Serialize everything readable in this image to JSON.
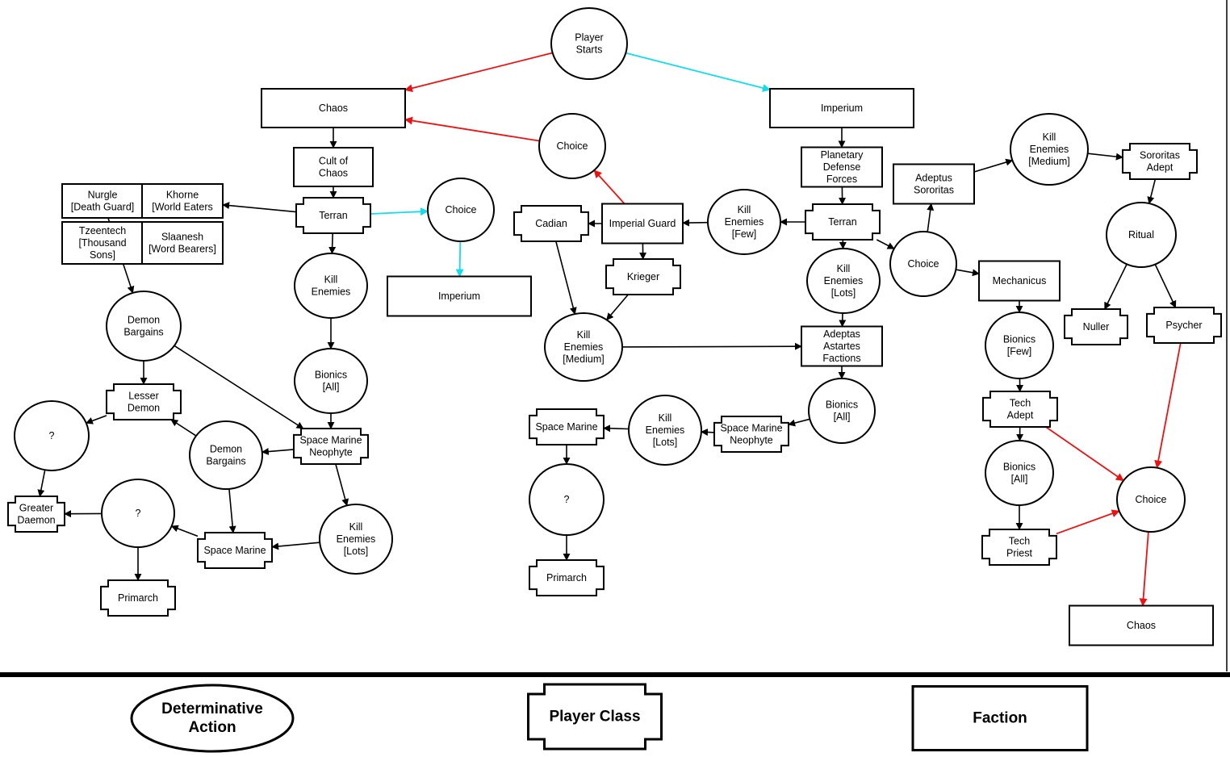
{
  "colors": {
    "black": "#000000",
    "red": "#ee1111",
    "cyan": "#11ddee"
  },
  "nodes": [
    {
      "id": "player_starts",
      "shape": "ellipse",
      "lines": [
        "Player",
        "Starts"
      ]
    },
    {
      "id": "chaos_top",
      "shape": "rect",
      "lines": [
        "Chaos"
      ]
    },
    {
      "id": "imperium_top",
      "shape": "rect",
      "lines": [
        "Imperium"
      ]
    },
    {
      "id": "choice_mid",
      "shape": "ellipse",
      "lines": [
        "Choice"
      ]
    },
    {
      "id": "cult_of_chaos",
      "shape": "rect",
      "lines": [
        "Cult of",
        "Chaos"
      ]
    },
    {
      "id": "terran_chaos",
      "shape": "class",
      "lines": [
        "Terran"
      ]
    },
    {
      "id": "choice_chaos",
      "shape": "ellipse",
      "lines": [
        "Choice"
      ]
    },
    {
      "id": "imperium_faction",
      "shape": "rect",
      "lines": [
        "Imperium"
      ]
    },
    {
      "id": "nurgle",
      "shape": "rect",
      "lines": [
        "Nurgle",
        "[Death Guard]"
      ]
    },
    {
      "id": "khorne",
      "shape": "rect",
      "lines": [
        "Khorne",
        "[World Eaters"
      ]
    },
    {
      "id": "tzeentch",
      "shape": "rect",
      "lines": [
        "Tzeentech",
        "[Thousand",
        "Sons]"
      ]
    },
    {
      "id": "slaanesh",
      "shape": "rect",
      "lines": [
        "Slaanesh",
        "[Word Bearers]"
      ]
    },
    {
      "id": "kill_enemies_chaos",
      "shape": "ellipse",
      "lines": [
        "Kill",
        "Enemies"
      ]
    },
    {
      "id": "demon_bargains_1",
      "shape": "ellipse",
      "lines": [
        "Demon",
        "Bargains"
      ]
    },
    {
      "id": "bionics_all_chaos",
      "shape": "ellipse",
      "lines": [
        "Bionics",
        "[All]"
      ]
    },
    {
      "id": "lesser_demon",
      "shape": "class",
      "lines": [
        "Lesser",
        "Demon"
      ]
    },
    {
      "id": "q1",
      "shape": "ellipse",
      "lines": [
        "?"
      ]
    },
    {
      "id": "demon_bargains_2",
      "shape": "ellipse",
      "lines": [
        "Demon",
        "Bargains"
      ]
    },
    {
      "id": "sm_neophyte_chaos",
      "shape": "class",
      "lines": [
        "Space Marine",
        "Neophyte"
      ]
    },
    {
      "id": "greater_daemon",
      "shape": "class",
      "lines": [
        "Greater",
        "Daemon"
      ]
    },
    {
      "id": "q2",
      "shape": "ellipse",
      "lines": [
        "?"
      ]
    },
    {
      "id": "space_marine_chaos",
      "shape": "class",
      "lines": [
        "Space Marine"
      ]
    },
    {
      "id": "kill_lots_chaos",
      "shape": "ellipse",
      "lines": [
        "Kill",
        "Enemies",
        "[Lots]"
      ]
    },
    {
      "id": "primarch_chaos",
      "shape": "class",
      "lines": [
        "Primarch"
      ]
    },
    {
      "id": "cadian",
      "shape": "class",
      "lines": [
        "Cadian"
      ]
    },
    {
      "id": "imperial_guard",
      "shape": "rect",
      "lines": [
        "Imperial Guard"
      ]
    },
    {
      "id": "kill_few",
      "shape": "ellipse",
      "lines": [
        "Kill",
        "Enemies",
        "[Few]"
      ]
    },
    {
      "id": "krieger",
      "shape": "class",
      "lines": [
        "Krieger"
      ]
    },
    {
      "id": "kill_medium_ig",
      "shape": "ellipse",
      "lines": [
        "Kill",
        "Enemies",
        "[Medium]"
      ]
    },
    {
      "id": "planetary_defense",
      "shape": "rect",
      "lines": [
        "Planetary",
        "Defense",
        "Forces"
      ]
    },
    {
      "id": "terran_imp",
      "shape": "class",
      "lines": [
        "Terran"
      ]
    },
    {
      "id": "kill_lots_imp",
      "shape": "ellipse",
      "lines": [
        "Kill",
        "Enemies",
        "[Lots]"
      ]
    },
    {
      "id": "adeptas_astartes",
      "shape": "rect",
      "lines": [
        "Adeptas",
        "Astartes",
        "Factions"
      ]
    },
    {
      "id": "bionics_all_imp",
      "shape": "ellipse",
      "lines": [
        "Bionics",
        "[All]"
      ]
    },
    {
      "id": "sm_neophyte_imp",
      "shape": "class",
      "lines": [
        "Space Marine",
        "Neophyte"
      ]
    },
    {
      "id": "kill_lots_imp2",
      "shape": "ellipse",
      "lines": [
        "Kill",
        "Enemies",
        "[Lots]"
      ]
    },
    {
      "id": "space_marine_imp",
      "shape": "class",
      "lines": [
        "Space Marine"
      ]
    },
    {
      "id": "q3",
      "shape": "ellipse",
      "lines": [
        "?"
      ]
    },
    {
      "id": "primarch_imp",
      "shape": "class",
      "lines": [
        "Primarch"
      ]
    },
    {
      "id": "choice_imp",
      "shape": "ellipse",
      "lines": [
        "Choice"
      ]
    },
    {
      "id": "adeptus_sororitas",
      "shape": "rect",
      "lines": [
        "Adeptus",
        "Sororitas"
      ]
    },
    {
      "id": "kill_medium_sor",
      "shape": "ellipse",
      "lines": [
        "Kill",
        "Enemies",
        "[Medium]"
      ]
    },
    {
      "id": "sororitas_adept",
      "shape": "class",
      "lines": [
        "Sororitas",
        "Adept"
      ]
    },
    {
      "id": "ritual",
      "shape": "ellipse",
      "lines": [
        "Ritual"
      ]
    },
    {
      "id": "nuller",
      "shape": "class",
      "lines": [
        "Nuller"
      ]
    },
    {
      "id": "psycher",
      "shape": "class",
      "lines": [
        "Psycher"
      ]
    },
    {
      "id": "mechanicus",
      "shape": "rect",
      "lines": [
        "Mechanicus"
      ]
    },
    {
      "id": "bionics_few",
      "shape": "ellipse",
      "lines": [
        "Bionics",
        "[Few]"
      ]
    },
    {
      "id": "tech_adept",
      "shape": "class",
      "lines": [
        "Tech",
        "Adept"
      ]
    },
    {
      "id": "bionics_all_mech",
      "shape": "ellipse",
      "lines": [
        "Bionics",
        "[All]"
      ]
    },
    {
      "id": "tech_priest",
      "shape": "class",
      "lines": [
        "Tech",
        "Priest"
      ]
    },
    {
      "id": "choice_mech",
      "shape": "ellipse",
      "lines": [
        "Choice"
      ]
    },
    {
      "id": "chaos_bottom",
      "shape": "rect",
      "lines": [
        "Chaos"
      ]
    }
  ],
  "edges": [
    {
      "from": "player_starts",
      "to": "chaos_top",
      "color": "red"
    },
    {
      "from": "player_starts",
      "to": "imperium_top",
      "color": "cyan"
    },
    {
      "from": "choice_mid",
      "to": "chaos_top",
      "color": "red"
    },
    {
      "from": "imperial_guard",
      "to": "choice_mid",
      "color": "red"
    },
    {
      "from": "chaos_top",
      "to": "cult_of_chaos",
      "color": "black"
    },
    {
      "from": "cult_of_chaos",
      "to": "terran_chaos",
      "color": "black"
    },
    {
      "from": "terran_chaos",
      "to": "choice_chaos",
      "color": "cyan"
    },
    {
      "from": "choice_chaos",
      "to": "imperium_faction",
      "color": "cyan"
    },
    {
      "from": "terran_chaos",
      "to": "khorne",
      "color": "black"
    },
    {
      "from": "terran_chaos",
      "to": "kill_enemies_chaos",
      "color": "black"
    },
    {
      "from": "nurgle",
      "to": "demon_bargains_1",
      "color": "black"
    },
    {
      "from": "kill_enemies_chaos",
      "to": "bionics_all_chaos",
      "color": "black"
    },
    {
      "from": "demon_bargains_1",
      "to": "lesser_demon",
      "color": "black"
    },
    {
      "from": "demon_bargains_1",
      "to": "sm_neophyte_chaos",
      "color": "black"
    },
    {
      "from": "lesser_demon",
      "to": "q1",
      "color": "black"
    },
    {
      "from": "q1",
      "to": "greater_daemon",
      "color": "black"
    },
    {
      "from": "bionics_all_chaos",
      "to": "sm_neophyte_chaos",
      "color": "black"
    },
    {
      "from": "sm_neophyte_chaos",
      "to": "demon_bargains_2",
      "color": "black"
    },
    {
      "from": "demon_bargains_2",
      "to": "lesser_demon",
      "color": "black"
    },
    {
      "from": "demon_bargains_2",
      "to": "space_marine_chaos",
      "color": "black"
    },
    {
      "from": "sm_neophyte_chaos",
      "to": "kill_lots_chaos",
      "color": "black"
    },
    {
      "from": "kill_lots_chaos",
      "to": "space_marine_chaos",
      "color": "black"
    },
    {
      "from": "space_marine_chaos",
      "to": "q2",
      "color": "black"
    },
    {
      "from": "q2",
      "to": "greater_daemon",
      "color": "black"
    },
    {
      "from": "q2",
      "to": "primarch_chaos",
      "color": "black"
    },
    {
      "from": "imperium_top",
      "to": "planetary_defense",
      "color": "black"
    },
    {
      "from": "planetary_defense",
      "to": "terran_imp",
      "color": "black"
    },
    {
      "from": "terran_imp",
      "to": "kill_few",
      "color": "black"
    },
    {
      "from": "kill_few",
      "to": "imperial_guard",
      "color": "black"
    },
    {
      "from": "imperial_guard",
      "to": "cadian",
      "color": "black"
    },
    {
      "from": "imperial_guard",
      "to": "krieger",
      "color": "black"
    },
    {
      "from": "cadian",
      "to": "kill_medium_ig",
      "color": "black"
    },
    {
      "from": "krieger",
      "to": "kill_medium_ig",
      "color": "black"
    },
    {
      "from": "kill_medium_ig",
      "to": "adeptas_astartes",
      "color": "black"
    },
    {
      "from": "terran_imp",
      "to": "kill_lots_imp",
      "color": "black"
    },
    {
      "from": "kill_lots_imp",
      "to": "adeptas_astartes",
      "color": "black"
    },
    {
      "from": "adeptas_astartes",
      "to": "bionics_all_imp",
      "color": "black"
    },
    {
      "from": "bionics_all_imp",
      "to": "sm_neophyte_imp",
      "color": "black"
    },
    {
      "from": "sm_neophyte_imp",
      "to": "kill_lots_imp2",
      "color": "black"
    },
    {
      "from": "kill_lots_imp2",
      "to": "space_marine_imp",
      "color": "black"
    },
    {
      "from": "space_marine_imp",
      "to": "q3",
      "color": "black"
    },
    {
      "from": "q3",
      "to": "primarch_imp",
      "color": "black"
    },
    {
      "from": "terran_imp",
      "to": "choice_imp",
      "color": "black"
    },
    {
      "from": "choice_imp",
      "to": "adeptus_sororitas",
      "color": "black"
    },
    {
      "from": "choice_imp",
      "to": "mechanicus",
      "color": "black"
    },
    {
      "from": "adeptus_sororitas",
      "to": "kill_medium_sor",
      "color": "black"
    },
    {
      "from": "kill_medium_sor",
      "to": "sororitas_adept",
      "color": "black"
    },
    {
      "from": "sororitas_adept",
      "to": "ritual",
      "color": "black"
    },
    {
      "from": "ritual",
      "to": "nuller",
      "color": "black"
    },
    {
      "from": "ritual",
      "to": "psycher",
      "color": "black"
    },
    {
      "from": "mechanicus",
      "to": "bionics_few",
      "color": "black"
    },
    {
      "from": "bionics_few",
      "to": "tech_adept",
      "color": "black"
    },
    {
      "from": "tech_adept",
      "to": "bionics_all_mech",
      "color": "black"
    },
    {
      "from": "bionics_all_mech",
      "to": "tech_priest",
      "color": "black"
    },
    {
      "from": "tech_adept",
      "to": "choice_mech",
      "color": "red"
    },
    {
      "from": "tech_priest",
      "to": "choice_mech",
      "color": "red"
    },
    {
      "from": "psycher",
      "to": "choice_mech",
      "color": "red"
    },
    {
      "from": "choice_mech",
      "to": "chaos_bottom",
      "color": "red"
    }
  ],
  "legend": [
    {
      "id": "legend_action",
      "shape": "ellipse",
      "lines": [
        "Determinative",
        "Action"
      ]
    },
    {
      "id": "legend_class",
      "shape": "class",
      "lines": [
        "Player Class"
      ]
    },
    {
      "id": "legend_faction",
      "shape": "rect",
      "lines": [
        "Faction"
      ]
    }
  ]
}
